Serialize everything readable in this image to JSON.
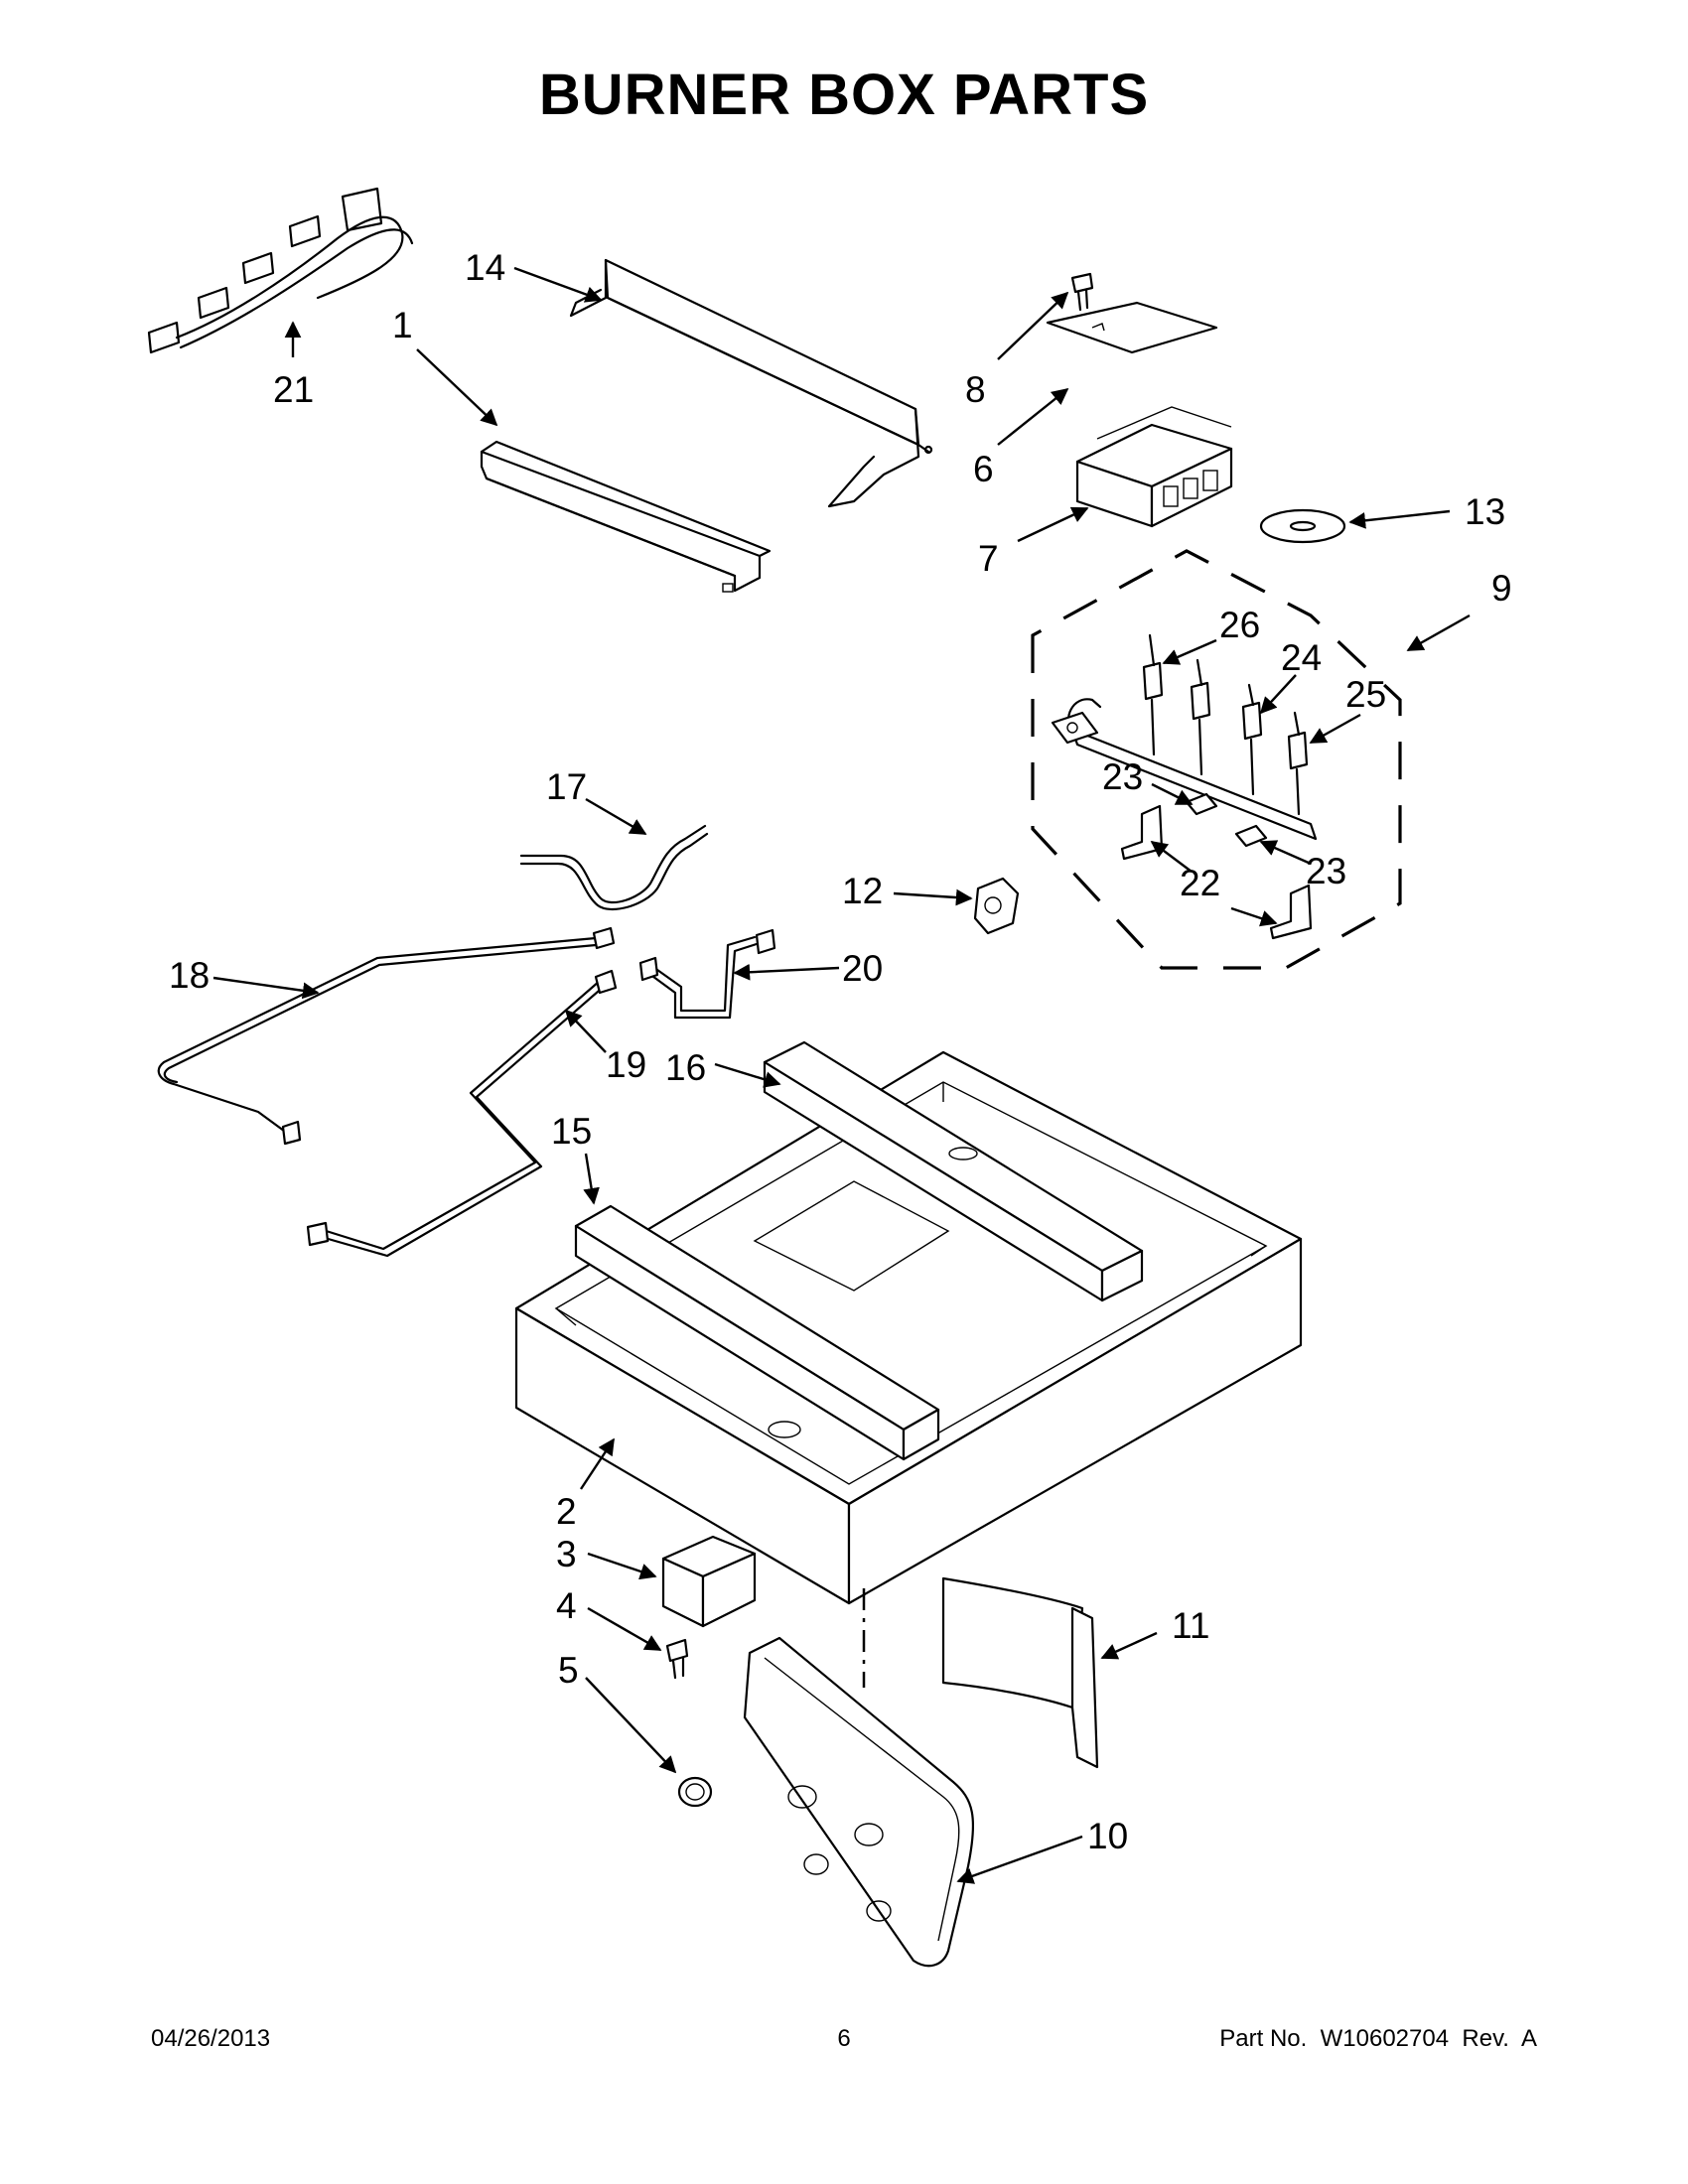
{
  "title": "BURNER BOX PARTS",
  "callouts": {
    "c1": "1",
    "c2": "2",
    "c3": "3",
    "c4": "4",
    "c5": "5",
    "c6": "6",
    "c7": "7",
    "c8": "8",
    "c9": "9",
    "c10": "10",
    "c11": "11",
    "c12": "12",
    "c13": "13",
    "c14": "14",
    "c15": "15",
    "c16": "16",
    "c17": "17",
    "c18": "18",
    "c19": "19",
    "c20": "20",
    "c21": "21",
    "c22": "22",
    "c23a": "23",
    "c23b": "23",
    "c24": "24",
    "c25": "25",
    "c26": "26"
  },
  "footer": {
    "date": "04/26/2013",
    "page": "6",
    "part_number": "Part No.  W10602704  Rev.  A"
  }
}
